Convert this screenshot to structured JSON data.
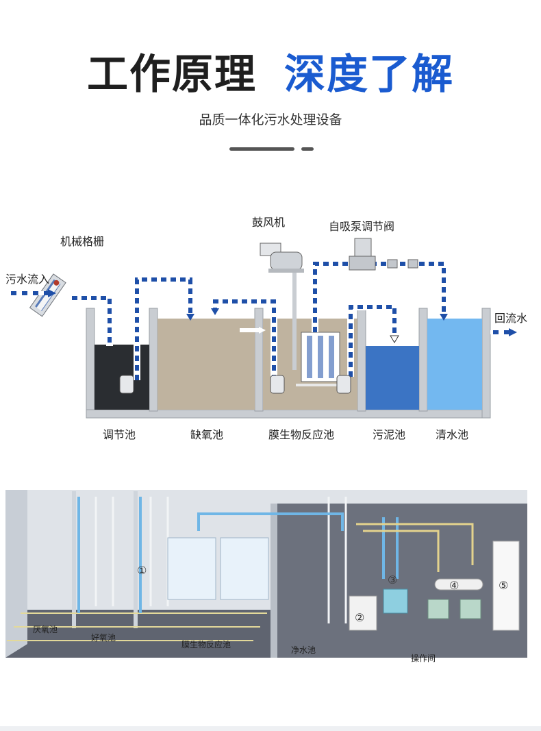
{
  "header": {
    "title_part1": "工作原理",
    "title_part2": "深度了解",
    "subtitle": "品质一体化污水处理设备"
  },
  "process_diagram": {
    "labels": {
      "screen": "机械格栅",
      "inflow": "污水流入",
      "blower": "鼓风机",
      "pump_valve": "自吸泵调节阀",
      "return": "回流水"
    },
    "tanks": [
      "调节池",
      "缺氧池",
      "膜生物反应池",
      "污泥池",
      "清水池"
    ]
  },
  "cutaway_diagram": {
    "tanks": [
      "厌氧池",
      "好氧池",
      "膜生物反应池",
      "净水池",
      "操作间"
    ],
    "markers": [
      "①",
      "②",
      "③",
      "④",
      "⑤"
    ]
  },
  "colors": {
    "title_dark": "#1f1f1f",
    "title_blue": "#1a5bd0",
    "pipe_blue": "#1e4fa8",
    "tank_dark": "#2a2d31",
    "tank_tan": "#bfb39f",
    "tank_blue_dark": "#3b74c4",
    "tank_blue_light": "#73b8f0"
  }
}
